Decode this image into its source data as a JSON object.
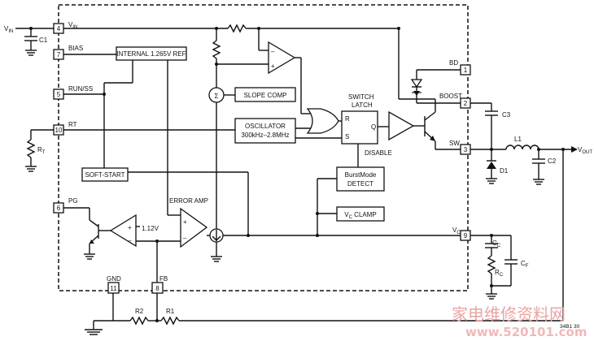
{
  "blocks": {
    "ref": "INTERNAL 1.265V REF",
    "slope_comp": "SLOPE COMP",
    "osc_line1": "OSCILLATOR",
    "osc_line2": "300kHz–2.8MHz",
    "switch_latch_1": "SWITCH",
    "switch_latch_2": "LATCH",
    "latch_r": "R",
    "latch_s": "S",
    "latch_q": "Q",
    "disable": "DISABLE",
    "burst_1": "BurstMode",
    "burst_2": "DETECT",
    "vc_clamp_v": "V",
    "vc_clamp_sub": "C",
    "vc_clamp_rest": " CLAMP",
    "soft_start": "SOFT-START",
    "error_amp": "ERROR AMP",
    "vref_112": "1.12V",
    "sigma": "Σ",
    "plus": "+",
    "minus": "–"
  },
  "pins": {
    "vin": {
      "num": "4",
      "name_main": "V",
      "name_sub": "IN"
    },
    "bias": {
      "num": "7",
      "name": "BIAS"
    },
    "runss": {
      "num": "5",
      "name": "RUN/SS"
    },
    "rt": {
      "num": "10",
      "name": "RT"
    },
    "pg": {
      "num": "6",
      "name": "PG"
    },
    "gnd": {
      "num": "11",
      "name": "GND"
    },
    "fb": {
      "num": "8",
      "name": "FB"
    },
    "bd": {
      "num": "1",
      "name": "BD"
    },
    "boost": {
      "num": "2",
      "name": "BOOST"
    },
    "sw": {
      "num": "3",
      "name": "SW"
    },
    "vc": {
      "num": "9",
      "name_main": "V",
      "name_sub": "C"
    }
  },
  "external": {
    "vin_main": "V",
    "vin_sub": "IN",
    "vout_main": "V",
    "vout_sub": "OUT",
    "c1": "C1",
    "rt_main": "R",
    "rt_sub": "T",
    "c3": "C3",
    "l1": "L1",
    "d1": "D1",
    "c2": "C2",
    "cc_main": "C",
    "cc_sub": "C",
    "rc_main": "R",
    "rc_sub": "C",
    "cf_main": "C",
    "cf_sub": "F",
    "r1": "R1",
    "r2": "R2"
  },
  "figure_code": "34B1 30",
  "watermark": {
    "line1": "家电维修资料网",
    "line2": "www.520101.com"
  }
}
